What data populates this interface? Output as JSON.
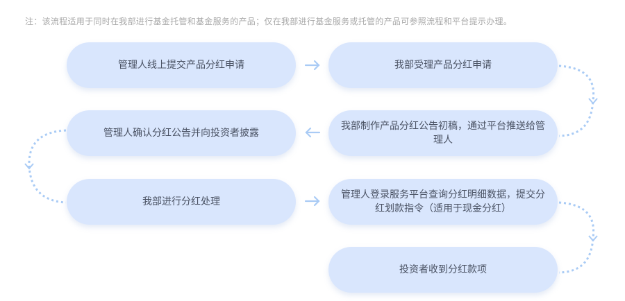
{
  "note": "注：该流程适用于同时在我部进行基金托管和基金服务的产品；仅在我部进行基金服务或托管的产品可参照流程和平台提示办理。",
  "colors": {
    "node_bg": "#d9e6fd",
    "arrow": "#a9cbf5",
    "text": "#4a5263",
    "note": "#a8a8a8"
  },
  "steps": [
    {
      "id": 1,
      "label": "管理人线上提交产品分红申请"
    },
    {
      "id": 2,
      "label": "我部受理产品分红申请"
    },
    {
      "id": 3,
      "label": "我部制作产品分红公告初稿，通过平台推送给管理人"
    },
    {
      "id": 4,
      "label": "管理人确认分红公告并向投资者披露"
    },
    {
      "id": 5,
      "label": "我部进行分红处理"
    },
    {
      "id": 6,
      "label": "管理人登录服务平台查询分红明细数据，提交分红划款指令（适用于现金分红）"
    },
    {
      "id": 7,
      "label": "投资者收到分红款项"
    }
  ],
  "connectors": [
    {
      "from": 1,
      "to": 2,
      "style": "solid-arrow-right"
    },
    {
      "from": 2,
      "to": 3,
      "style": "dotted-curve-right"
    },
    {
      "from": 3,
      "to": 4,
      "style": "solid-arrow-left"
    },
    {
      "from": 4,
      "to": 5,
      "style": "dotted-curve-left"
    },
    {
      "from": 5,
      "to": 6,
      "style": "solid-arrow-right"
    },
    {
      "from": 6,
      "to": 7,
      "style": "dotted-curve-right"
    }
  ]
}
